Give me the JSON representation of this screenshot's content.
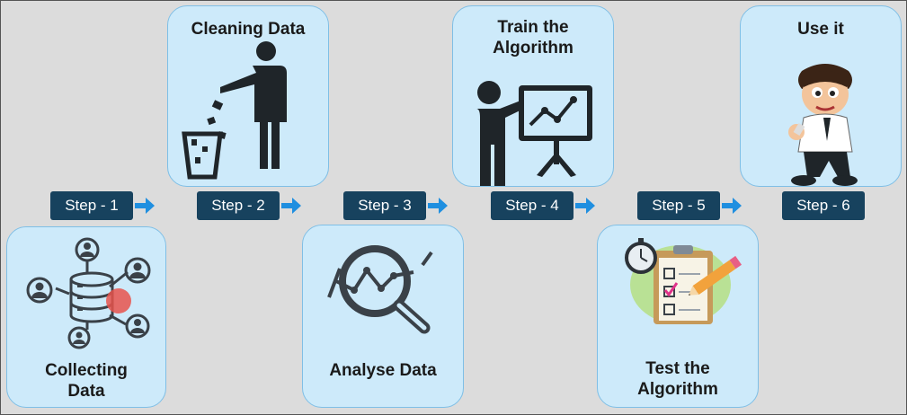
{
  "cards": [
    {
      "id": "collecting",
      "title": "Collecting\nData",
      "icon": "database-network-icon"
    },
    {
      "id": "cleaning",
      "title": "Cleaning Data",
      "icon": "trash-person-icon"
    },
    {
      "id": "analyse",
      "title": "Analyse Data",
      "icon": "magnifier-chart-icon"
    },
    {
      "id": "train",
      "title": "Train the\nAlgorithm",
      "icon": "presenter-chart-icon"
    },
    {
      "id": "test",
      "title": "Test the\nAlgorithm",
      "icon": "checklist-stopwatch-icon"
    },
    {
      "id": "use",
      "title": "Use it",
      "icon": "cartoon-man-icon"
    }
  ],
  "steps": [
    "Step - 1",
    "Step - 2",
    "Step - 3",
    "Step - 4",
    "Step - 5",
    "Step - 6"
  ],
  "colors": {
    "background": "#dcdcdc",
    "card_fill": "#cdeafa",
    "card_border": "#7fbfe6",
    "step_fill": "#17425e",
    "arrow": "#1f8fe0",
    "icon_dark": "#1f2529"
  }
}
